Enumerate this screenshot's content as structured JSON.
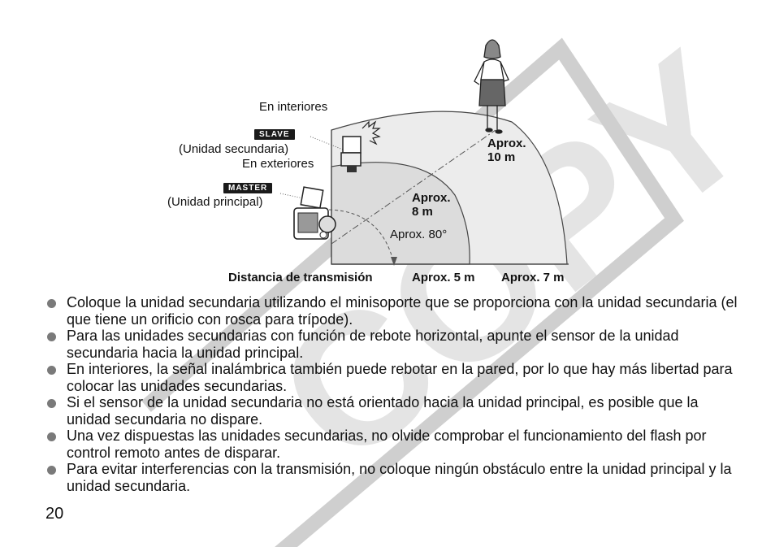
{
  "diagram": {
    "label_indoor": "En interiores",
    "label_outdoor": "En exteriores",
    "badge_slave": "SLAVE",
    "label_slave_unit": "(Unidad secundaria)",
    "badge_master": "MASTER",
    "label_master_unit": "(Unidad principal)",
    "range_10_a": "Aprox.",
    "range_10_b": "10 m",
    "range_8_a": "Aprox.",
    "range_8_b": "8 m",
    "angle_label": "Aprox. 80°",
    "transmission_label": "Distancia de transmisión",
    "dist_5": "Aprox. 5 m",
    "dist_7": "Aprox. 7 m"
  },
  "bullets": [
    "Coloque la unidad secundaria utilizando el minisoporte que se proporciona con la unidad secundaria (el que tiene un orificio con rosca para trípode).",
    "Para las unidades secundarias con función de rebote horizontal, apunte el sensor de la unidad secundaria hacia la unidad principal.",
    "En interiores, la señal inalámbrica también puede rebotar en la pared, por lo que hay más libertad para colocar las unidades secundarias.",
    "Si el sensor de la unidad secundaria no está orientado hacia la unidad principal, es posible que la unidad secundaria no dispare.",
    "Una vez dispuestas las unidades secundarias, no olvide comprobar el funcionamiento del flash por control remoto antes de disparar.",
    "Para evitar interferencias con la transmisión, no coloque ningún obstáculo entre la unidad principal y la unidad secundaria."
  ],
  "watermark_text": "COPY",
  "page_number": "20",
  "colors": {
    "zone_outer": "#ececec",
    "zone_inner": "#dedede",
    "bullet": "#7a7a7a",
    "watermark": "#c9c9c9"
  }
}
